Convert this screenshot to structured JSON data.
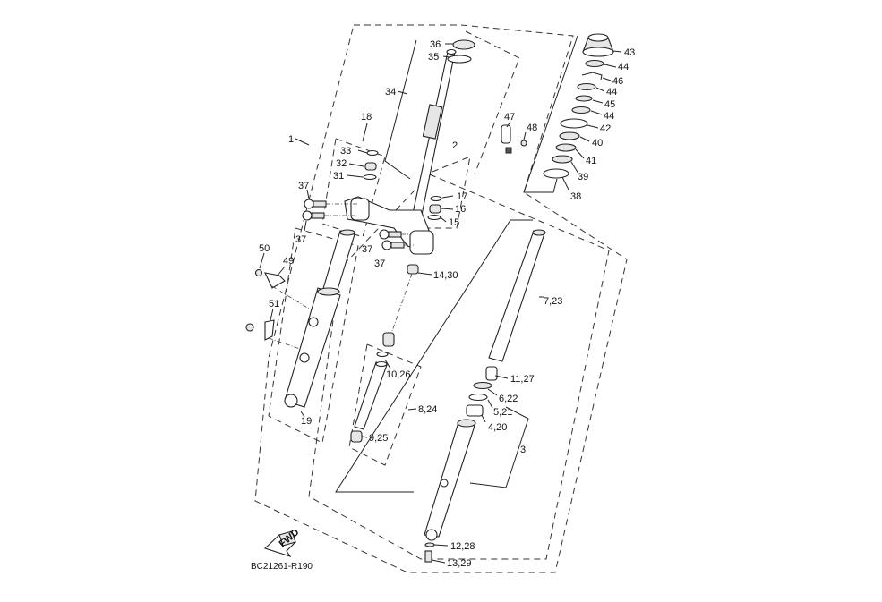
{
  "diagram": {
    "title": "Front fork exploded parts diagram",
    "diagram_code": "BC21261-R190",
    "direction_badge": "FWD",
    "callouts": [
      {
        "id": "c36",
        "text": "36"
      },
      {
        "id": "c35",
        "text": "35"
      },
      {
        "id": "c34",
        "text": "34"
      },
      {
        "id": "c18",
        "text": "18"
      },
      {
        "id": "c1",
        "text": "1"
      },
      {
        "id": "c33",
        "text": "33"
      },
      {
        "id": "c32",
        "text": "32"
      },
      {
        "id": "c31",
        "text": "31"
      },
      {
        "id": "c37a",
        "text": "37"
      },
      {
        "id": "c37b",
        "text": "37"
      },
      {
        "id": "c37c",
        "text": "37"
      },
      {
        "id": "c37d",
        "text": "37"
      },
      {
        "id": "c2",
        "text": "2"
      },
      {
        "id": "c17",
        "text": "17"
      },
      {
        "id": "c16",
        "text": "16"
      },
      {
        "id": "c15",
        "text": "15"
      },
      {
        "id": "c47",
        "text": "47"
      },
      {
        "id": "c48",
        "text": "48"
      },
      {
        "id": "c43",
        "text": "43"
      },
      {
        "id": "c44a",
        "text": "44"
      },
      {
        "id": "c46",
        "text": "46"
      },
      {
        "id": "c44b",
        "text": "44"
      },
      {
        "id": "c45",
        "text": "45"
      },
      {
        "id": "c44c",
        "text": "44"
      },
      {
        "id": "c42",
        "text": "42"
      },
      {
        "id": "c40",
        "text": "40"
      },
      {
        "id": "c41",
        "text": "41"
      },
      {
        "id": "c39",
        "text": "39"
      },
      {
        "id": "c38",
        "text": "38"
      },
      {
        "id": "c50",
        "text": "50"
      },
      {
        "id": "c49",
        "text": "49"
      },
      {
        "id": "c51",
        "text": "51"
      },
      {
        "id": "c19",
        "text": "19"
      },
      {
        "id": "c1430",
        "text": "14,30"
      },
      {
        "id": "c723",
        "text": "7,23"
      },
      {
        "id": "c1026",
        "text": "10,26"
      },
      {
        "id": "c1127",
        "text": "11,27"
      },
      {
        "id": "c622",
        "text": "6,22"
      },
      {
        "id": "c521",
        "text": "5,21"
      },
      {
        "id": "c420",
        "text": "4,20"
      },
      {
        "id": "c824",
        "text": "8,24"
      },
      {
        "id": "c3",
        "text": "3"
      },
      {
        "id": "c925",
        "text": "9,25"
      },
      {
        "id": "c1228",
        "text": "12,28"
      },
      {
        "id": "c1329",
        "text": "13,29"
      }
    ]
  }
}
